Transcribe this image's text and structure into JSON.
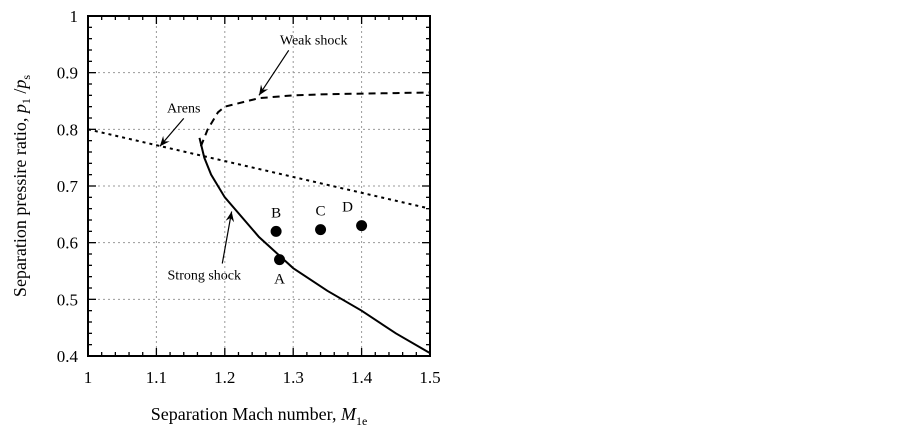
{
  "chart_data": {
    "type": "line",
    "title": "",
    "xlabel": {
      "text": "Separation Mach number, ",
      "var": "M",
      "sub": "1e"
    },
    "ylabel": {
      "text": "Separation pressire ratio, ",
      "var1": "p",
      "sub1": "1",
      "sep": " /",
      "var2": "p",
      "sub2": "s"
    },
    "xlim": [
      1,
      1.5
    ],
    "ylim": [
      0.4,
      1
    ],
    "grid": true,
    "xticks": [
      "1",
      "1.1",
      "1.2",
      "1.3",
      "1.4",
      "1.5"
    ],
    "yticks": [
      "0.4",
      "0.5",
      "0.6",
      "0.7",
      "0.8",
      "0.9",
      "1"
    ],
    "series": [
      {
        "name": "Strong shock",
        "style": "solid",
        "x": [
          1.163,
          1.17,
          1.18,
          1.2,
          1.25,
          1.3,
          1.35,
          1.4,
          1.45,
          1.5
        ],
        "y": [
          0.785,
          0.75,
          0.72,
          0.68,
          0.61,
          0.555,
          0.515,
          0.48,
          0.44,
          0.405
        ]
      },
      {
        "name": "Weak shock",
        "style": "dashed",
        "x": [
          1.165,
          1.175,
          1.19,
          1.2,
          1.25,
          1.3,
          1.35,
          1.4,
          1.45,
          1.5
        ],
        "y": [
          0.77,
          0.8,
          0.83,
          0.84,
          0.855,
          0.86,
          0.862,
          0.863,
          0.864,
          0.865
        ]
      },
      {
        "name": "Arens",
        "style": "dotted",
        "x": [
          1.0,
          1.5
        ],
        "y": [
          0.8,
          0.66
        ]
      }
    ],
    "points": [
      {
        "label": "A",
        "x": 1.28,
        "y": 0.57
      },
      {
        "label": "B",
        "x": 1.275,
        "y": 0.62
      },
      {
        "label": "C",
        "x": 1.34,
        "y": 0.623
      },
      {
        "label": "D",
        "x": 1.4,
        "y": 0.63
      }
    ],
    "annotations": [
      {
        "text": "Weak shock",
        "x": 1.25,
        "y": 0.86,
        "tx": 1.33,
        "ty": 0.95
      },
      {
        "text": "Arens",
        "x": 1.105,
        "y": 0.77,
        "tx": 1.14,
        "ty": 0.83
      },
      {
        "text": "Strong shock",
        "x": 1.21,
        "y": 0.655,
        "tx": 1.17,
        "ty": 0.535
      }
    ]
  }
}
